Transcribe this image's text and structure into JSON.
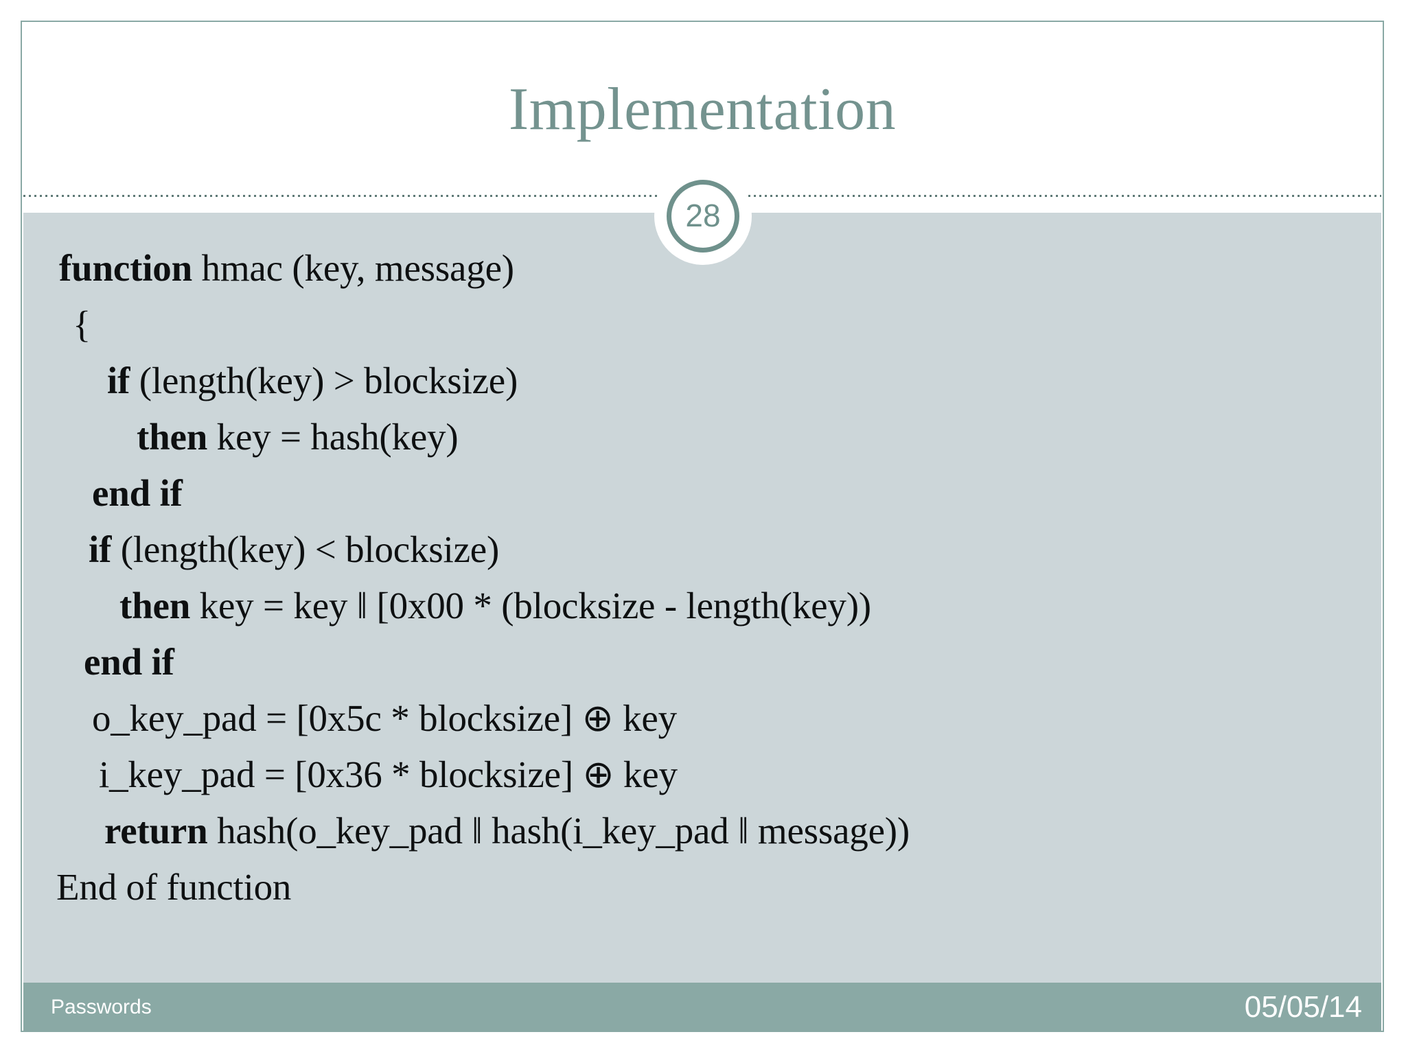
{
  "slide": {
    "title": "Implementation",
    "number": "28",
    "accent_color": "#74938f",
    "footer_bar_color": "#8aa9a5",
    "body_panel_color": "#ccd6d9",
    "body_text_color": "#0e1011"
  },
  "code": {
    "lines": [
      {
        "keyword": "function",
        "rest": " hmac (key, message)",
        "indent": "i0"
      },
      {
        "keyword": "",
        "rest": "{",
        "indent": "i1"
      },
      {
        "keyword": "if",
        "rest": " (length(key) > blocksize)",
        "indent": "i2"
      },
      {
        "keyword": "then",
        "rest": " key = hash(key)",
        "indent": "i3"
      },
      {
        "keyword": "end if",
        "rest": "",
        "indent": "i-endif1"
      },
      {
        "keyword": "if",
        "rest": " (length(key) < blocksize)",
        "indent": "i-if2"
      },
      {
        "keyword": "then",
        "rest": " key = key ‖ [0x00 * (blocksize - length(key))",
        "indent": "i-then2"
      },
      {
        "keyword": "end if",
        "rest": "",
        "indent": "i-endif2"
      },
      {
        "keyword": "",
        "rest": "o_key_pad = [0x5c * blocksize] ⊕ key",
        "indent": "i-okey"
      },
      {
        "keyword": "",
        "rest": "i_key_pad = [0x36 * blocksize] ⊕ key",
        "indent": "i-ikey"
      },
      {
        "keyword": "return",
        "rest": " hash(o_key_pad ‖ hash(i_key_pad ‖ message))",
        "indent": "i-ret"
      },
      {
        "keyword": "",
        "rest": "End of function",
        "indent": "i-end"
      }
    ]
  },
  "footer": {
    "left_label": "Passwords",
    "date": "05/05/14"
  }
}
